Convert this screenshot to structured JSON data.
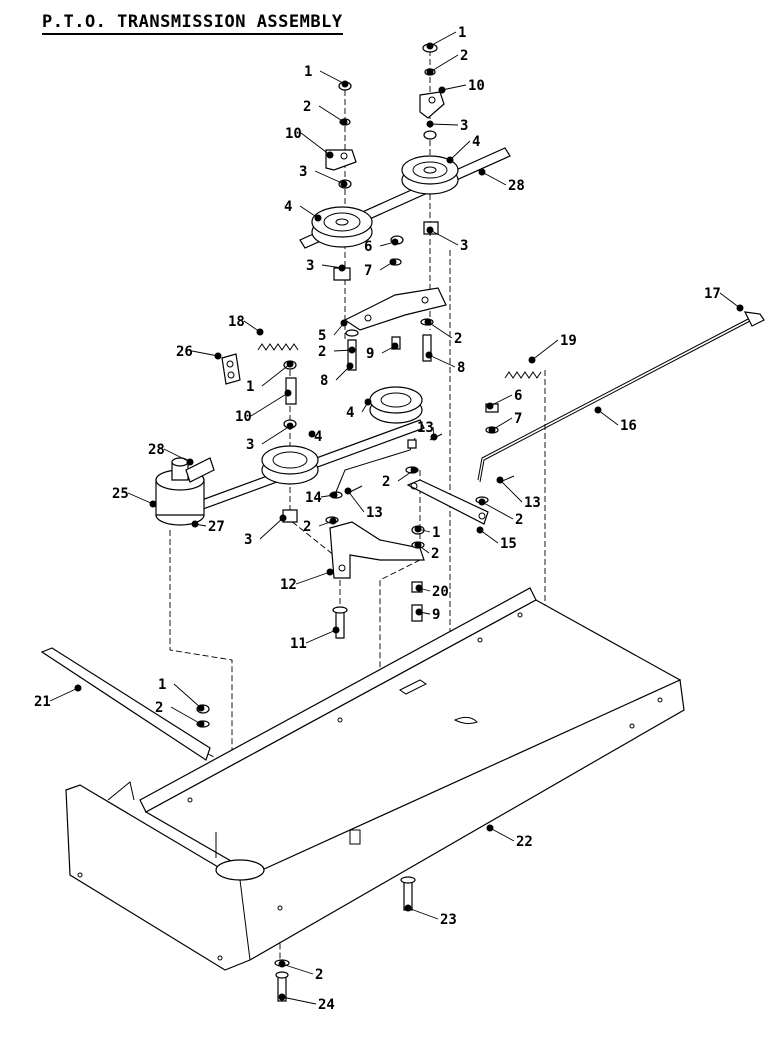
{
  "title": "P.T.O. TRANSMISSION ASSEMBLY",
  "callouts": [
    {
      "id": "c1a",
      "label": "1"
    },
    {
      "id": "c1b",
      "label": "1"
    },
    {
      "id": "c1c",
      "label": "1"
    },
    {
      "id": "c1d",
      "label": "1"
    },
    {
      "id": "c1e",
      "label": "1"
    },
    {
      "id": "c2a",
      "label": "2"
    },
    {
      "id": "c2b",
      "label": "2"
    },
    {
      "id": "c2c",
      "label": "2"
    },
    {
      "id": "c2d",
      "label": "2"
    },
    {
      "id": "c2e",
      "label": "2"
    },
    {
      "id": "c2f",
      "label": "2"
    },
    {
      "id": "c2g",
      "label": "2"
    },
    {
      "id": "c2h",
      "label": "2"
    },
    {
      "id": "c2i",
      "label": "2"
    },
    {
      "id": "c2j",
      "label": "2"
    },
    {
      "id": "c3a",
      "label": "3"
    },
    {
      "id": "c3b",
      "label": "3"
    },
    {
      "id": "c3c",
      "label": "3"
    },
    {
      "id": "c3d",
      "label": "3"
    },
    {
      "id": "c3e",
      "label": "3"
    },
    {
      "id": "c3f",
      "label": "3"
    },
    {
      "id": "c4a",
      "label": "4"
    },
    {
      "id": "c4b",
      "label": "4"
    },
    {
      "id": "c4c",
      "label": "4"
    },
    {
      "id": "c4d",
      "label": "4"
    },
    {
      "id": "c5",
      "label": "5"
    },
    {
      "id": "c6a",
      "label": "6"
    },
    {
      "id": "c6b",
      "label": "6"
    },
    {
      "id": "c7a",
      "label": "7"
    },
    {
      "id": "c7b",
      "label": "7"
    },
    {
      "id": "c8a",
      "label": "8"
    },
    {
      "id": "c8b",
      "label": "8"
    },
    {
      "id": "c9a",
      "label": "9"
    },
    {
      "id": "c9b",
      "label": "9"
    },
    {
      "id": "c10a",
      "label": "10"
    },
    {
      "id": "c10b",
      "label": "10"
    },
    {
      "id": "c10c",
      "label": "10"
    },
    {
      "id": "c11",
      "label": "11"
    },
    {
      "id": "c12",
      "label": "12"
    },
    {
      "id": "c13a",
      "label": "13"
    },
    {
      "id": "c13b",
      "label": "13"
    },
    {
      "id": "c13c",
      "label": "13"
    },
    {
      "id": "c14",
      "label": "14"
    },
    {
      "id": "c15",
      "label": "15"
    },
    {
      "id": "c16",
      "label": "16"
    },
    {
      "id": "c17",
      "label": "17"
    },
    {
      "id": "c18",
      "label": "18"
    },
    {
      "id": "c19",
      "label": "19"
    },
    {
      "id": "c20",
      "label": "20"
    },
    {
      "id": "c21",
      "label": "21"
    },
    {
      "id": "c22",
      "label": "22"
    },
    {
      "id": "c23",
      "label": "23"
    },
    {
      "id": "c24",
      "label": "24"
    },
    {
      "id": "c25",
      "label": "25"
    },
    {
      "id": "c26",
      "label": "26"
    },
    {
      "id": "c27",
      "label": "27"
    },
    {
      "id": "c28a",
      "label": "28"
    },
    {
      "id": "c28b",
      "label": "28"
    }
  ]
}
